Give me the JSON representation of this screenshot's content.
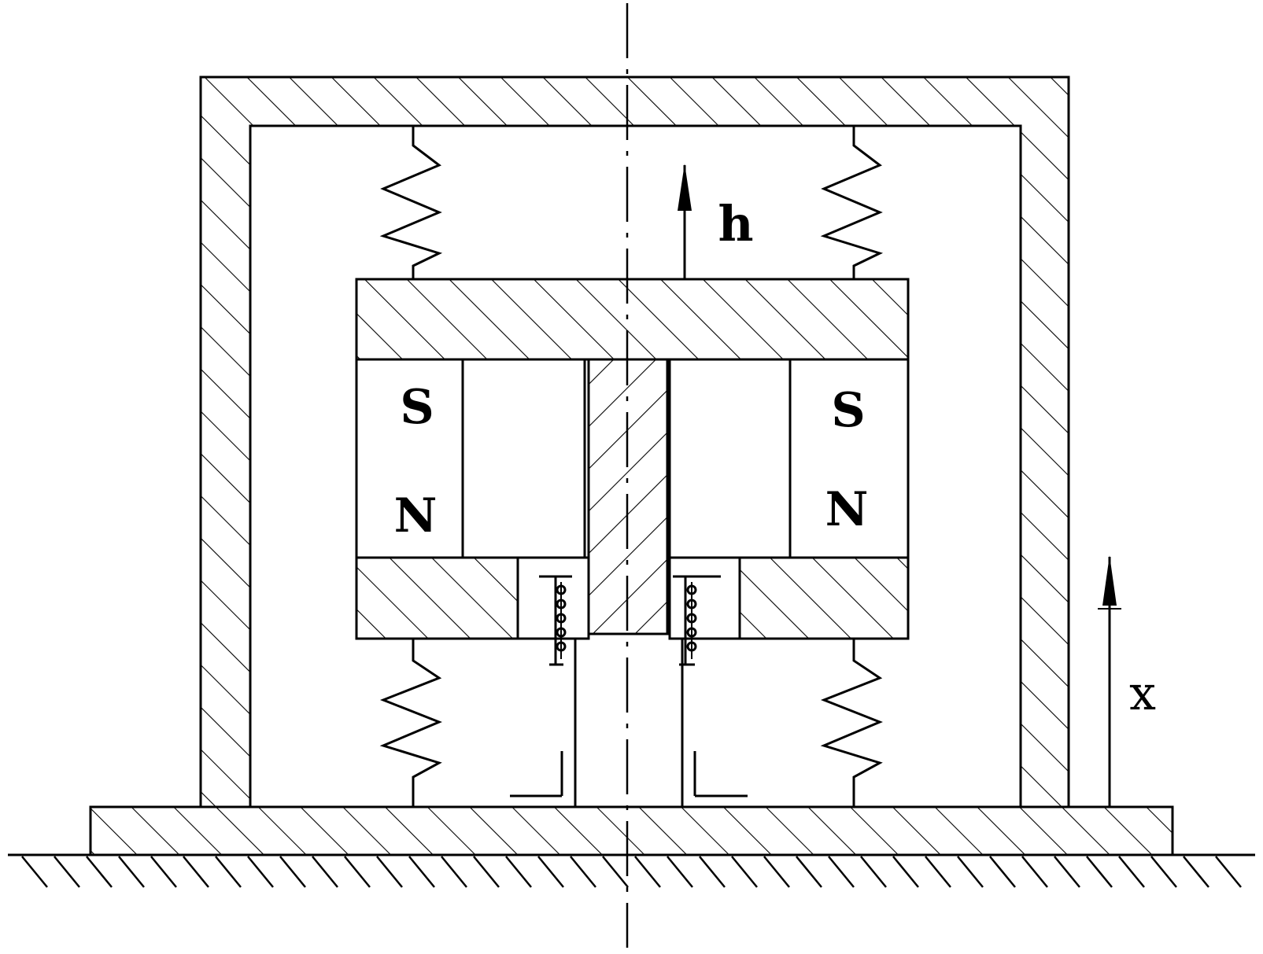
{
  "labels": {
    "left_magnet_top": "S",
    "left_magnet_bottom": "N",
    "right_magnet_top": "S",
    "right_magnet_bottom": "N",
    "relative_displacement": "h",
    "base_displacement": "x"
  },
  "colors": {
    "ink": "#000000",
    "paper": "#ffffff"
  }
}
